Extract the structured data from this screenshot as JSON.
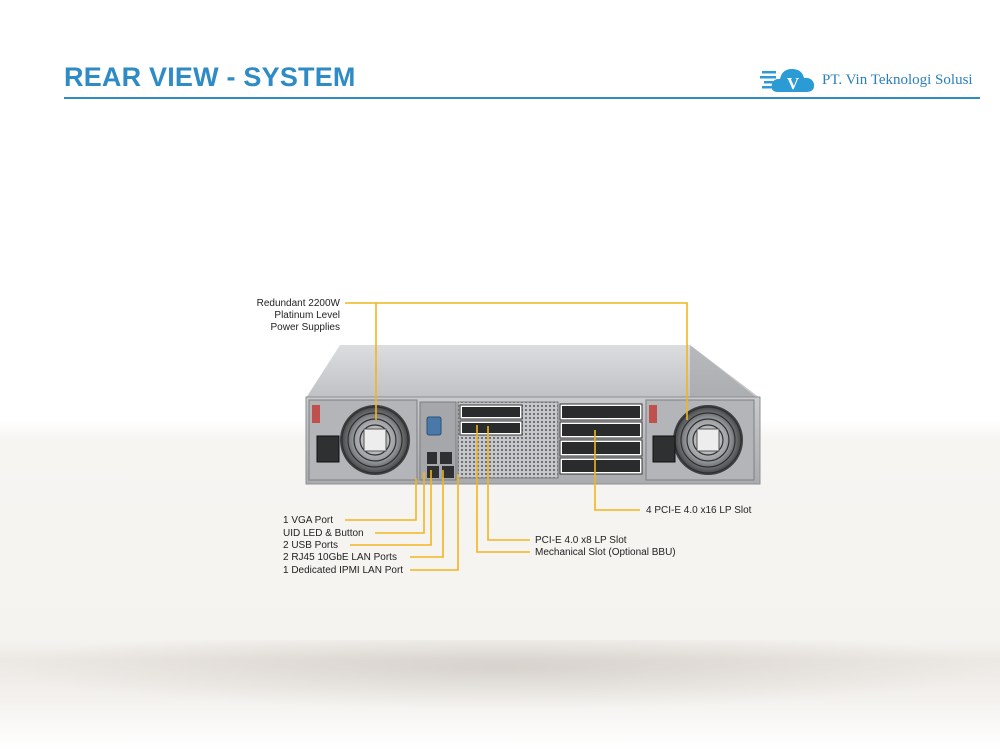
{
  "header": {
    "title": "REAR VIEW - SYSTEM",
    "logo_text": "PT. Vin Teknologi Solusi",
    "logo_letter": "V"
  },
  "colors": {
    "title_blue": "#2f8bc6",
    "callout_yellow": "#f2b51e",
    "chassis_gray": "#b9bbbe"
  },
  "callouts": {
    "power_supplies": [
      "Redundant 2200W",
      "Platinum Level",
      "Power Supplies"
    ],
    "vga": "1 VGA Port",
    "uid": "UID LED & Button",
    "usb": "2 USB Ports",
    "lan": "2 RJ45 10GbE LAN Ports",
    "ipmi": "1 Dedicated IPMI LAN Port",
    "pcie_x8": "PCI-E 4.0 x8 LP Slot",
    "mech": "Mechanical Slot (Optional BBU)",
    "pcie_x16": "4 PCI-E 4.0 x16 LP Slot"
  }
}
